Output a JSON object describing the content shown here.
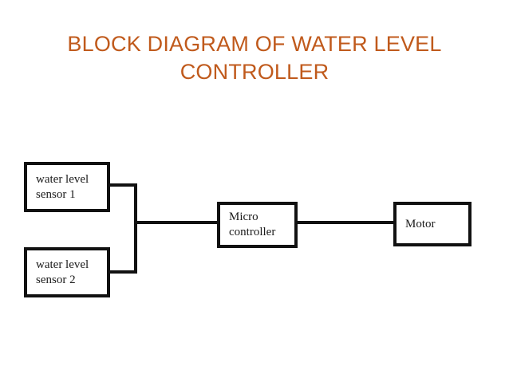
{
  "slide": {
    "title": "BLOCK DIAGRAM OF WATER LEVEL\nCONTROLLER",
    "title_color": "#C05A1C",
    "background_color": "#FFFFFF",
    "line_color": "#111111"
  },
  "diagram": {
    "type": "block-diagram",
    "blocks": [
      {
        "id": "sensor1",
        "label": "water level\nsensor 1"
      },
      {
        "id": "sensor2",
        "label": "water level\nsensor 2"
      },
      {
        "id": "controller",
        "label": "Micro\ncontroller"
      },
      {
        "id": "motor",
        "label": "Motor"
      }
    ],
    "connections": [
      {
        "from": "sensor1",
        "to": "controller",
        "style": "bracket"
      },
      {
        "from": "sensor2",
        "to": "controller",
        "style": "bracket"
      },
      {
        "from": "controller",
        "to": "motor",
        "style": "straight"
      }
    ]
  }
}
